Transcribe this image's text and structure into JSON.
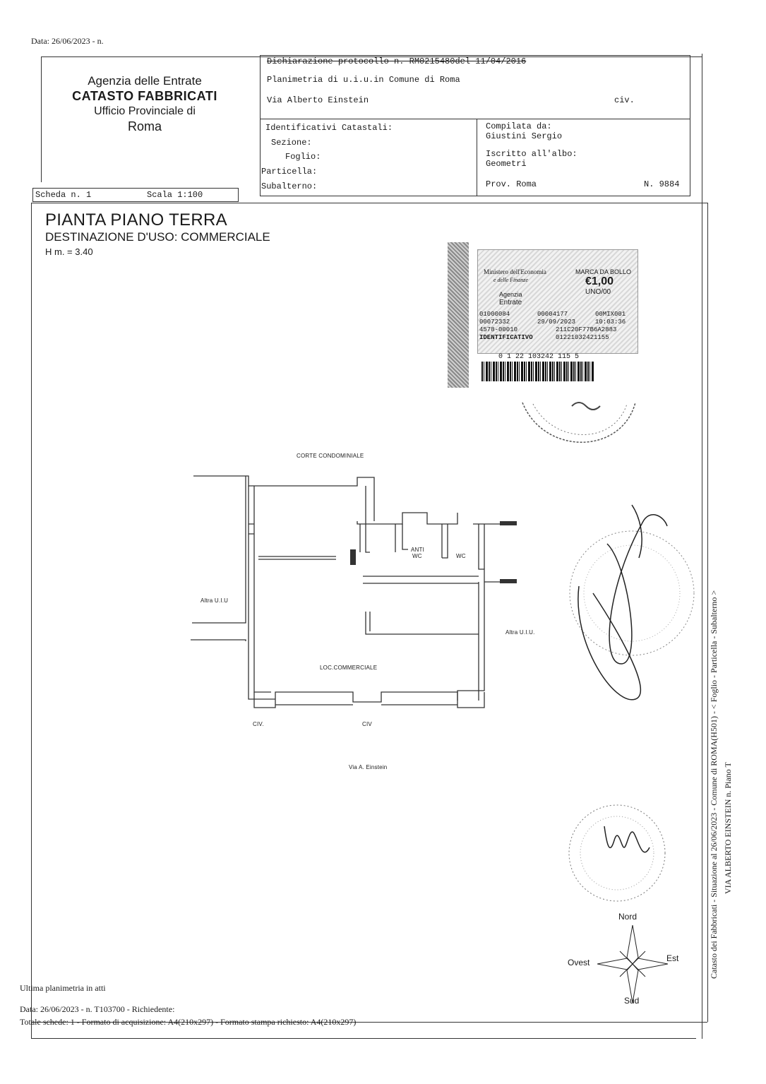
{
  "page_date": "Data: 26/06/2023 - n.",
  "agency": {
    "line1": "Agenzia delle Entrate",
    "line2": "CATASTO FABBRICATI",
    "line3": "Ufficio Provinciale di",
    "line4": "Roma"
  },
  "header": {
    "protocol": "Dichiarazione protocollo n. RM0215480del   11/04/2016",
    "planimetria": "Planimetria di u.i.u.in Comune di Roma",
    "address": "Via Alberto Einstein",
    "civ": "civ.",
    "ident_title": "Identificativi Catastali:",
    "sezione": "Sezione:",
    "foglio": "Foglio:",
    "particella": "Particella:",
    "subalterno": "Subalterno:",
    "compilata_label": "Compilata da:",
    "compilata_name": "Giustini Sergio",
    "iscritto_label": "Iscritto all'albo:",
    "iscritto_value": "Geometri",
    "prov": "Prov. Roma",
    "numero": "N. 9884",
    "scheda": "Scheda n. 1",
    "scala": "Scala 1:100"
  },
  "plan": {
    "title": "PIANTA PIANO TERRA",
    "destinazione": "DESTINAZIONE D'USO: COMMERCIALE",
    "altezza": "H m. = 3.40",
    "labels": {
      "corte": "CORTE CONDOMINIALE",
      "anti_wc_1": "ANTI",
      "anti_wc_2": "WC",
      "wc": "WC",
      "altra_left": "Altra U.I.U",
      "altra_right": "Altra U.I.U.",
      "loc": "LOC.COMMERCIALE",
      "civ1": "CIV.",
      "civ2": "CIV",
      "street": "Via A. Einstein"
    }
  },
  "stamp": {
    "line1": "Ministero dell'Economia",
    "line2": "e delle Finanze",
    "marca": "MARCA DA BOLLO",
    "value": "€1,00",
    "value_words": "UNO/00",
    "agenzia1": "Agenzia",
    "agenzia2": "Entrate",
    "code_a1": "01000084",
    "code_a2": "00004177",
    "code_a3": "00MIX001",
    "code_b1": "00072332",
    "code_b2": "29/09/2023",
    "code_b3": "10:03:36",
    "code_c1": "4578-00010",
    "code_c2": "211C20F77B6A2883",
    "ident_label": "IDENTIFICATIVO",
    "ident_value": "01221032421155",
    "barcode_number": "0 1 22 103242 115 5"
  },
  "compass": {
    "nord": "Nord",
    "sud": "Sud",
    "est": "Est",
    "ovest": "Ovest"
  },
  "footer": {
    "line1": "Ultima planimetria in atti",
    "line2": "Data: 26/06/2023 - n. T103700 - Richiedente:",
    "line3": "Totale schede: 1 - Formato di acquisizione: A4(210x297)  - Formato stampa richiesto: A4(210x297)"
  },
  "side_text": {
    "line1": "Catasto dei Fabbricati - Situazione al 26/06/2023 - Comune di ROMA(H501) - < Foglio      - Particella      - Subalterno  >",
    "line2": "VIA ALBERTO EINSTEIN n.        Piano T"
  }
}
